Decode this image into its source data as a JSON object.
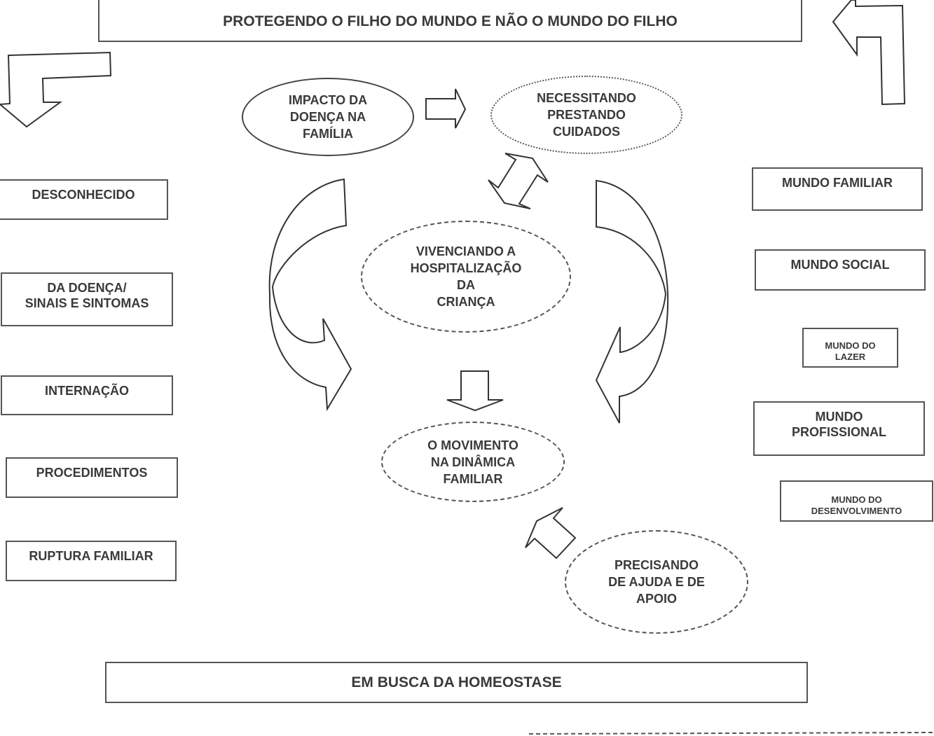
{
  "diagram": {
    "title": "PROTEGENDO O FILHO DO MUNDO E NÃO O MUNDO DO FILHO",
    "footer": "EM BUSCA DA HOMEOSTASE",
    "center": {
      "impact": "IMPACTO DA\nDOENÇA NA\nFAMÍLIA",
      "care": "NECESSITANDO\nPRESTANDO\nCUIDADOS",
      "hospitalization": "VIVENCIANDO A\nHOSPITALIZAÇÃO\nDA\nCRIANÇA",
      "movement": "O MOVIMENTO\nNA DINÂMICA\nFAMILIAR",
      "help": "PRECISANDO\nDE AJUDA E DE\nAPOIO"
    },
    "left_items": [
      "DESCONHECIDO",
      "DA DOENÇA/\nSINAIS E SINTOMAS",
      "INTERNAÇÃO",
      "PROCEDIMENTOS",
      "RUPTURA FAMILIAR"
    ],
    "right_items": [
      "MUNDO FAMILIAR",
      "MUNDO SOCIAL",
      "MUNDO DO\nLAZER",
      "MUNDO\nPROFISSIONAL",
      "MUNDO DO\nDESENVOLVIMENTO"
    ],
    "icons": {
      "top_left": "bent-arrow-down-icon",
      "top_right": "bent-arrow-left-icon",
      "impact_to_care": "arrow-right-icon",
      "care_hosp": "double-arrow-icon",
      "left_curve": "curved-arrow-icon",
      "right_curve": "curved-arrow-icon",
      "hosp_to_movement": "arrow-down-icon",
      "help_to_movement": "arrow-up-left-icon"
    }
  }
}
